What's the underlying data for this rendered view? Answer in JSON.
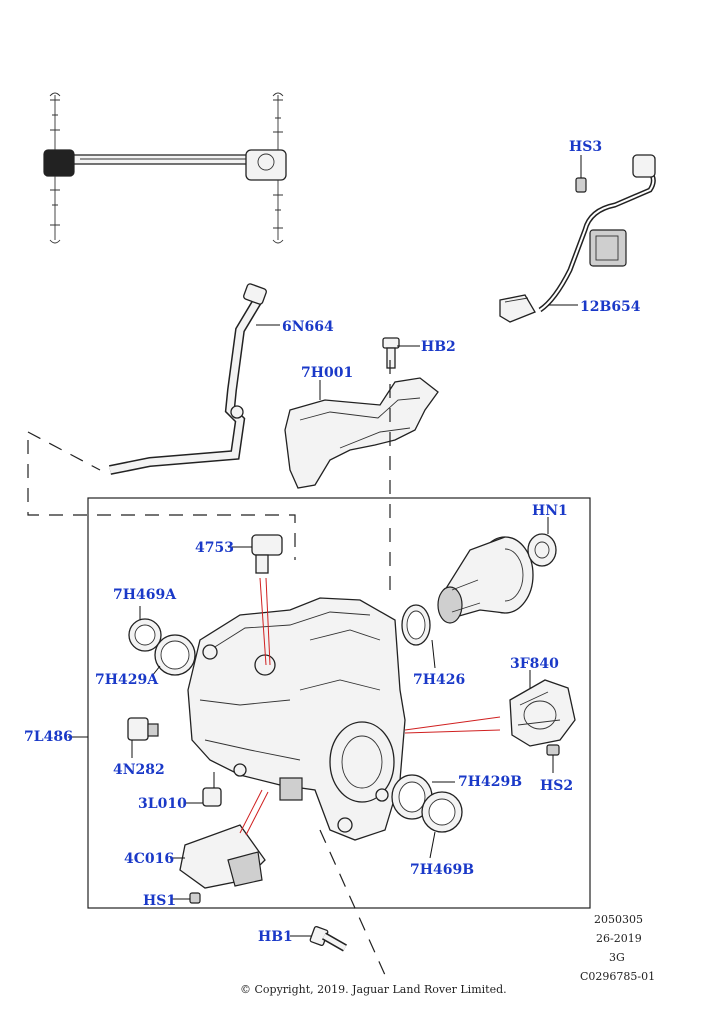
{
  "labels": {
    "HS3": "HS3",
    "12B654": "12B654",
    "6N664": "6N664",
    "HB2": "HB2",
    "7H001": "7H001",
    "HN1": "HN1",
    "4753": "4753",
    "7H469A": "7H469A",
    "7H429A": "7H429A",
    "7H426": "7H426",
    "3F840": "3F840",
    "7L486": "7L486",
    "4N282": "4N282",
    "7H429B": "7H429B",
    "HS2": "HS2",
    "3L010": "3L010",
    "4C016": "4C016",
    "7H469B": "7H469B",
    "HS1": "HS1",
    "HB1": "HB1"
  },
  "meta": {
    "code": "2050305",
    "date": "26-2019",
    "version": "3G",
    "drawing_id": "C0296785-01"
  },
  "copyright": "© Copyright, 2019. Jaguar Land Rover Limited.",
  "colors": {
    "label": "#1a39c8",
    "highlight_line": "#d02020",
    "line": "#222222"
  }
}
